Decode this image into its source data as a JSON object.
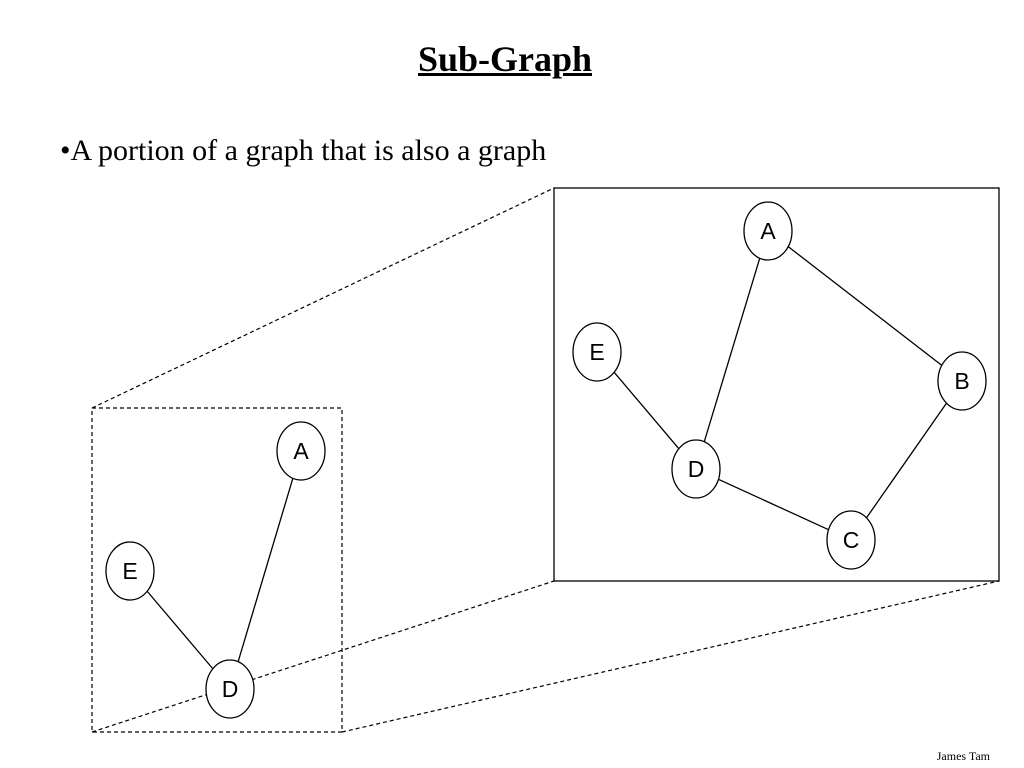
{
  "slide": {
    "title": "Sub-Graph",
    "bullet": "•A portion of a graph that is also a graph",
    "author": "James Tam"
  },
  "full_graph": {
    "nodes": [
      "A",
      "B",
      "C",
      "D",
      "E"
    ],
    "edges": [
      [
        "A",
        "B"
      ],
      [
        "A",
        "D"
      ],
      [
        "B",
        "C"
      ],
      [
        "C",
        "D"
      ],
      [
        "D",
        "E"
      ]
    ]
  },
  "sub_graph": {
    "nodes": [
      "A",
      "D",
      "E"
    ],
    "edges": [
      [
        "A",
        "D"
      ],
      [
        "D",
        "E"
      ]
    ]
  }
}
